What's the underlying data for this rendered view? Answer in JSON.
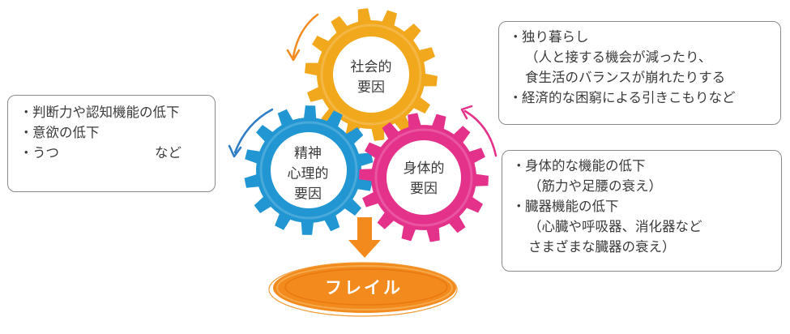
{
  "gears": {
    "social": {
      "line1": "社会的",
      "line2": "要因",
      "color": "#f2a81d"
    },
    "psychological": {
      "line1": "精神",
      "line2": "心理的",
      "line3": "要因",
      "color": "#2196d3"
    },
    "physical": {
      "line1": "身体的",
      "line2": "要因",
      "color": "#e4318a"
    }
  },
  "outcome": {
    "label": "フレイル",
    "color": "#f28a1e"
  },
  "arrow_color": "#f28a1e",
  "boxes": {
    "left": {
      "bullet": "・",
      "item1": "判断力や認知機能の低下",
      "item2": "意欲の低下",
      "item3": "うつ",
      "item3_suffix": "など"
    },
    "top_right": {
      "bullet": "・",
      "item1": "独り暮らし",
      "item1_sub1": "（人と接する機会が減ったり、",
      "item1_sub2": "食生活のバランスが崩れたりする",
      "item2": "経済的な困窮による引きこもりなど"
    },
    "bottom_right": {
      "bullet": "・",
      "item1": "身体的な機能の低下",
      "item1_sub": "（筋力や足腰の衰え）",
      "item2": "臓器機能の低下",
      "item2_sub1": "（心臓や呼吸器、消化器など",
      "item2_sub2": "さまざまな臓器の衰え）"
    }
  }
}
